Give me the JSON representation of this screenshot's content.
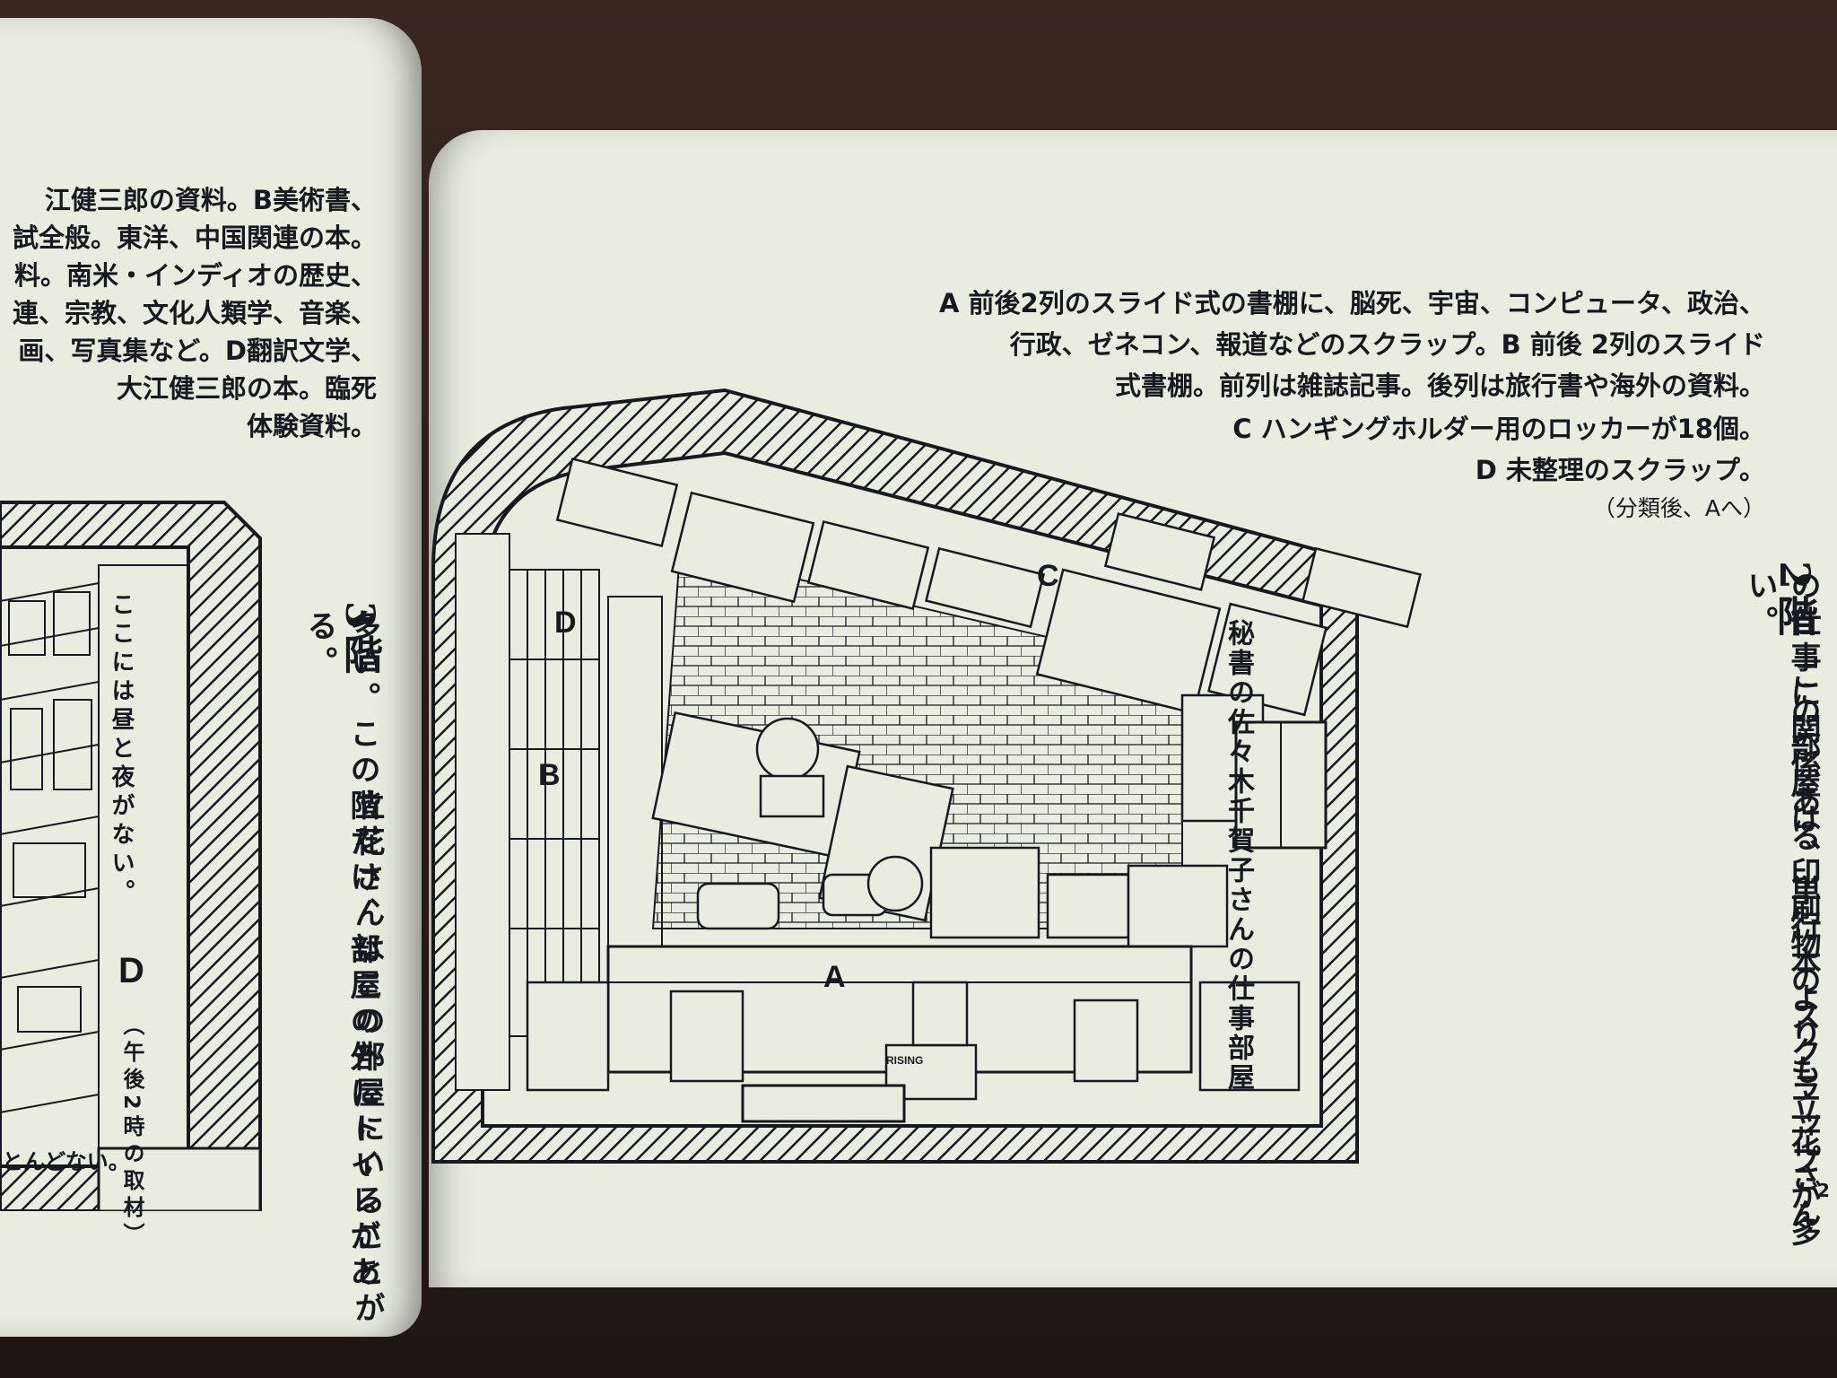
{
  "left_page": {
    "caption_lines": [
      "江健三郎の資料。B美術書、",
      "試全般。東洋、中国関連の本。",
      "料。南米・インディオの歴史、",
      "連、宗教、文化人類学、音楽、",
      "画、写真集など。D翻訳文学、",
      "大江健三郎の本。臨死",
      "体験資料。"
    ],
    "floor_label": "3階",
    "floor_text_col1": "多い。この階だけ、部屋の外にトイレがある。",
    "floor_text_col2": "立花さんはこの部屋にいることが",
    "sign_text": "ここには昼と夜がない。",
    "sign_label_d": "D",
    "sign_note": "（午後2時の取材）",
    "bottom_text": "とんどない。"
  },
  "right_page": {
    "caption_lines": [
      "A 前後2列のスライド式の書棚に、脳死、宇宙、コンピュータ、政治、",
      "行政、ゼネコン、報道などのスクラップ。B 前後 2列のスライド",
      "式書棚。前列は雑誌記事。後列は旅行書や海外の資料。",
      "C ハンギングホルダー用のロッカーが18個。",
      "D 未整理のスクラップ。",
      "（分類後、Aへ）"
    ],
    "floor_label": "2階",
    "floor_text_col1": "この部屋は、単行本よりも立花さん",
    "floor_text_col2": "の仕事に関係ある印刷物のスクラップが多い。",
    "room_caption": "秘書の佐々木千賀子さんの仕事部屋",
    "labels": {
      "a": "A",
      "b": "B",
      "c": "C",
      "d": "D"
    },
    "box_label": "RISING",
    "page_number": "2"
  }
}
